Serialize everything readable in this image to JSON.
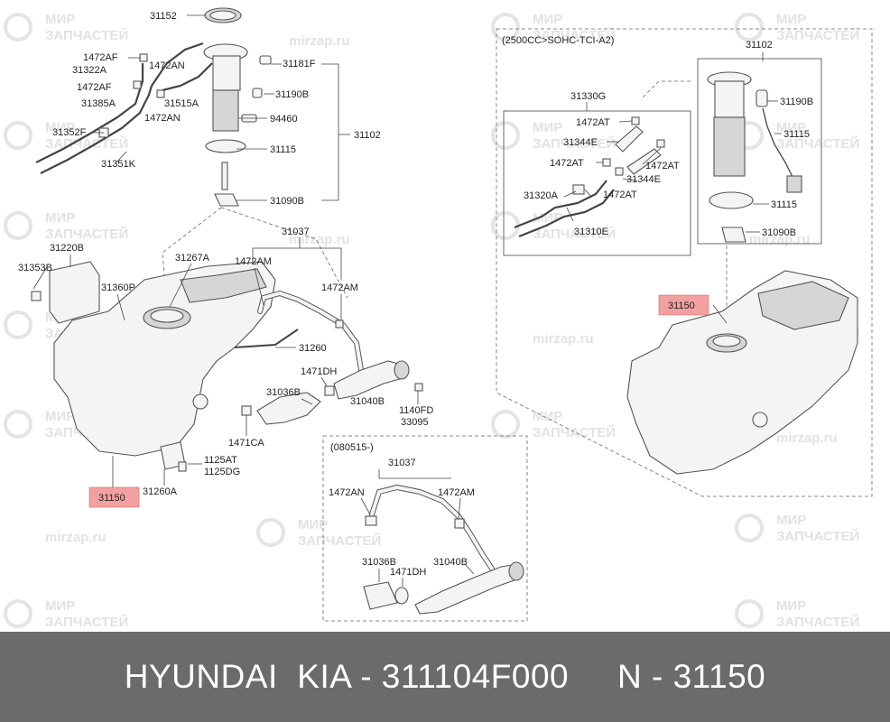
{
  "watermarks": {
    "line1": "МИР",
    "line2": "ЗАПЧАСТЕЙ",
    "site": "mirzap.ru"
  },
  "boxes": {
    "right_variant": "(2500CC>SOHC-TCI-A2)",
    "bottom_variant": "(080515-)"
  },
  "labels": {
    "p31152": "31152",
    "p1472AF_a": "1472AF",
    "p31322A": "31322A",
    "p1472AN_a": "1472AN",
    "p31181F": "31181F",
    "p1472AF_b": "1472AF",
    "p31190B_a": "31190B",
    "p31385A": "31385A",
    "p31515A": "31515A",
    "p1472AN_b": "1472AN",
    "p94460": "94460",
    "p31102_a": "31102",
    "p31352F": "31352F",
    "p31115_a": "31115",
    "p31351K": "31351K",
    "p31090B_a": "31090B",
    "p31037_a": "31037",
    "p31220B": "31220B",
    "p31267A": "31267A",
    "p1472AM_a": "1472AM",
    "p31353B": "31353B",
    "p31360P": "31360P",
    "p1472AM_b": "1472AM",
    "p31260": "31260",
    "p1471DH_a": "1471DH",
    "p31036B_a": "31036B",
    "p31040B_a": "31040B",
    "p1140FD": "1140FD",
    "p33095": "33095",
    "p1471CA": "1471CA",
    "p1125AT": "1125AT",
    "p1125DG": "1125DG",
    "p31150_a": "31150",
    "p31260A": "31260A",
    "p31037_b": "31037",
    "p1472AN_c": "1472AN",
    "p1472AM_c": "1472AM",
    "p31036B_b": "31036B",
    "p1471DH_b": "1471DH",
    "p31040B_b": "31040B",
    "p31102_b": "31102",
    "p31330G": "31330G",
    "p1472AT_a": "1472AT",
    "p31190B_b": "31190B",
    "p31344E_a": "31344E",
    "p31115_b": "31115",
    "p1472AT_b": "1472AT",
    "p1472AT_c": "1472AT",
    "p31344E_b": "31344E",
    "p31320A": "31320A",
    "p1472AT_d": "1472AT",
    "p31310E": "31310E",
    "p31090B_b": "31090B",
    "p31150_b": "31150"
  },
  "colors": {
    "highlight": "#f3a0a0",
    "footer_bg": "#6b6b6b",
    "footer_text": "#ffffff"
  },
  "footer": {
    "text": "HYUNDAI  KIA - 311104F000     N - 31150"
  }
}
